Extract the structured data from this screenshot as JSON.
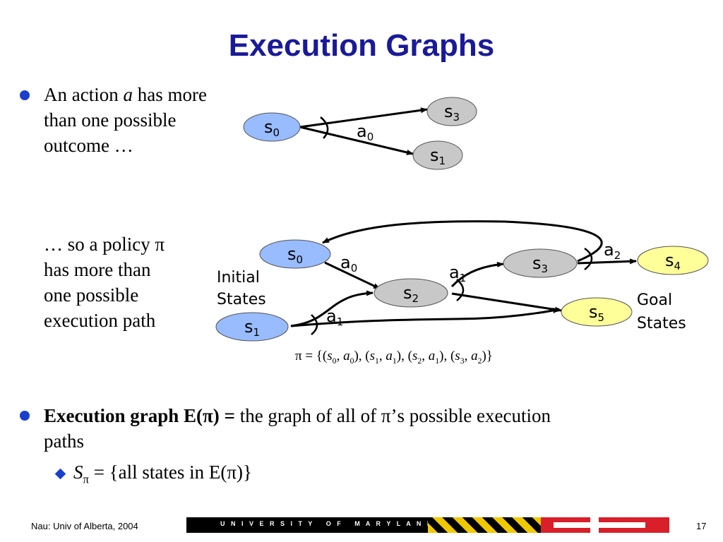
{
  "slide": {
    "title": "Execution Graphs",
    "bullet1": {
      "text_pre": "An action ",
      "text_var": "a",
      "text_post": " has more\nthan one possible\noutcome …"
    },
    "bullet1_cont": "… so a policy π\nhas more than\none possible\nexecution path",
    "bullet2": {
      "bold": "Execution graph E(π) =",
      "rest": " the graph of all of π’s possible execution\npaths"
    },
    "sub_bullet": {
      "var": "S",
      "sub": "π",
      "rest": " = {all states in E(π)}"
    },
    "footer": {
      "left": "Nau: Univ of Alberta, 2004",
      "banner": "U N I V E R S I T Y   O F   M A R Y L A N D",
      "page": "17"
    }
  },
  "diagram1": {
    "nodes": [
      {
        "id": "s0",
        "base": "s",
        "sub": "0",
        "fill": "#99bbff"
      },
      {
        "id": "s3",
        "base": "s",
        "sub": "3",
        "fill": "#c8c8c8"
      },
      {
        "id": "s1",
        "base": "s",
        "sub": "1",
        "fill": "#c8c8c8"
      }
    ],
    "action": {
      "base": "a",
      "sub": "0"
    }
  },
  "diagram2": {
    "nodes": [
      {
        "id": "s0",
        "base": "s",
        "sub": "0",
        "fill": "#99bbff"
      },
      {
        "id": "s1",
        "base": "s",
        "sub": "1",
        "fill": "#99bbff"
      },
      {
        "id": "s2",
        "base": "s",
        "sub": "2",
        "fill": "#c8c8c8"
      },
      {
        "id": "s3",
        "base": "s",
        "sub": "3",
        "fill": "#c8c8c8"
      },
      {
        "id": "s4",
        "base": "s",
        "sub": "4",
        "fill": "#ffff99"
      },
      {
        "id": "s5",
        "base": "s",
        "sub": "5",
        "fill": "#ffff99"
      }
    ],
    "actions": [
      {
        "base": "a",
        "sub": "0"
      },
      {
        "base": "a",
        "sub": "1"
      },
      {
        "base": "a",
        "sub": "1"
      },
      {
        "base": "a",
        "sub": "2"
      }
    ],
    "initial_label": [
      "Initial",
      "States"
    ],
    "goal_label": [
      "Goal",
      "States"
    ],
    "policy": {
      "open": "π = {(",
      "pairs": [
        {
          "s": "s",
          "ssub": "0",
          "a": "a",
          "asub": "0"
        },
        {
          "s": "s",
          "ssub": "1",
          "a": "a",
          "asub": "1"
        },
        {
          "s": "s",
          "ssub": "2",
          "a": "a",
          "asub": "1"
        },
        {
          "s": "s",
          "ssub": "3",
          "a": "a",
          "asub": "2"
        }
      ]
    }
  },
  "colors": {
    "title": "#1a1a99",
    "bullet": "#1a3fcc",
    "initial_state": "#99bbff",
    "intermediate_state": "#c8c8c8",
    "goal_state": "#ffff99"
  }
}
